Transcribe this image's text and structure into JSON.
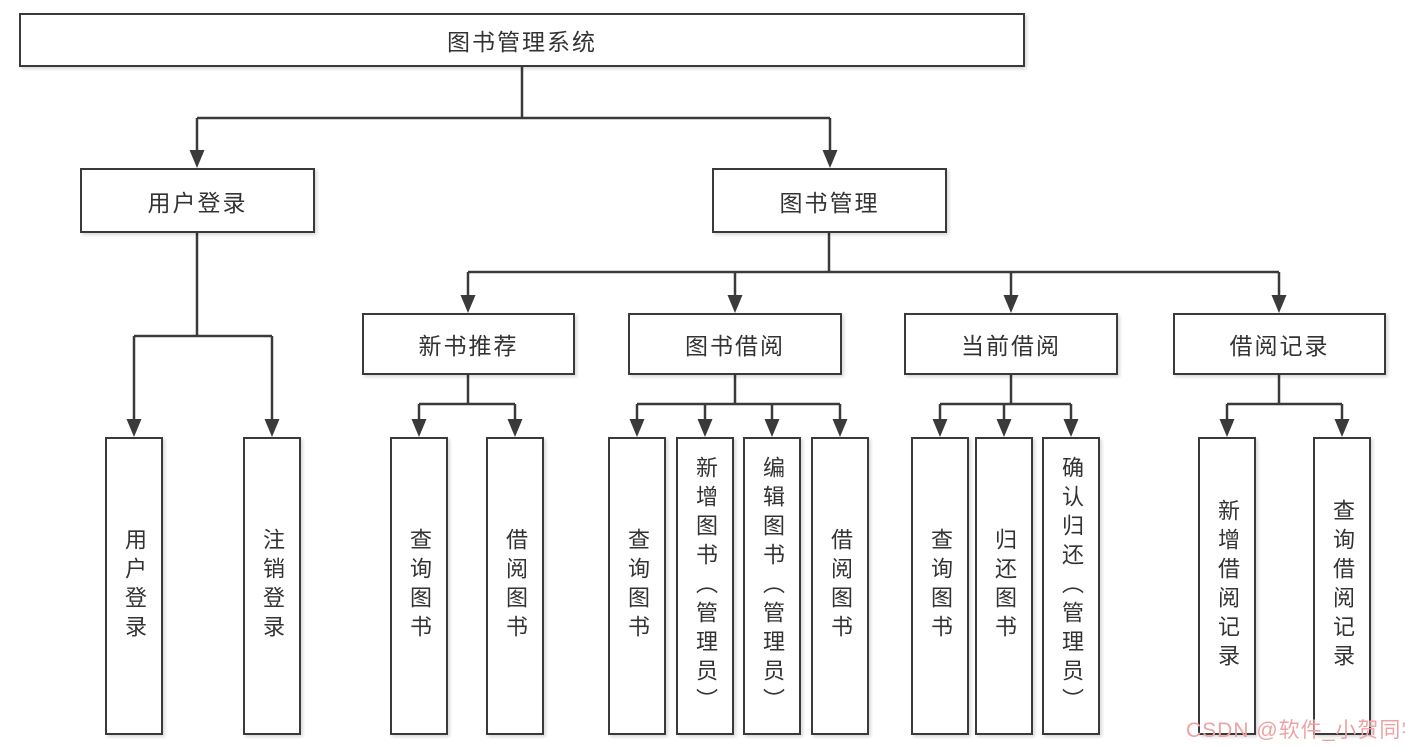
{
  "tree": {
    "root": {
      "label": "图书管理系统",
      "children": [
        {
          "label": "用户登录",
          "children": [
            {
              "label": "用户登录"
            },
            {
              "label": "注销登录"
            }
          ]
        },
        {
          "label": "图书管理",
          "children": [
            {
              "label": "新书推荐",
              "children": [
                {
                  "label": "查询图书"
                },
                {
                  "label": "借阅图书"
                }
              ]
            },
            {
              "label": "图书借阅",
              "children": [
                {
                  "label": "查询图书"
                },
                {
                  "label": "新增图书（管理员）"
                },
                {
                  "label": "编辑图书（管理员）"
                },
                {
                  "label": "借阅图书"
                }
              ]
            },
            {
              "label": "当前借阅",
              "children": [
                {
                  "label": "查询图书"
                },
                {
                  "label": "归还图书"
                },
                {
                  "label": "确认归还（管理员）"
                }
              ]
            },
            {
              "label": "借阅记录",
              "children": [
                {
                  "label": "新增借阅记录"
                },
                {
                  "label": "查询借阅记录"
                }
              ]
            }
          ]
        }
      ]
    }
  },
  "watermark": {
    "text": "CSDN @软件_小贺同学",
    "color": "#eda3a3"
  },
  "colors": {
    "line": "#3a3a3a",
    "text": "#333333",
    "background": "#ffffff"
  }
}
